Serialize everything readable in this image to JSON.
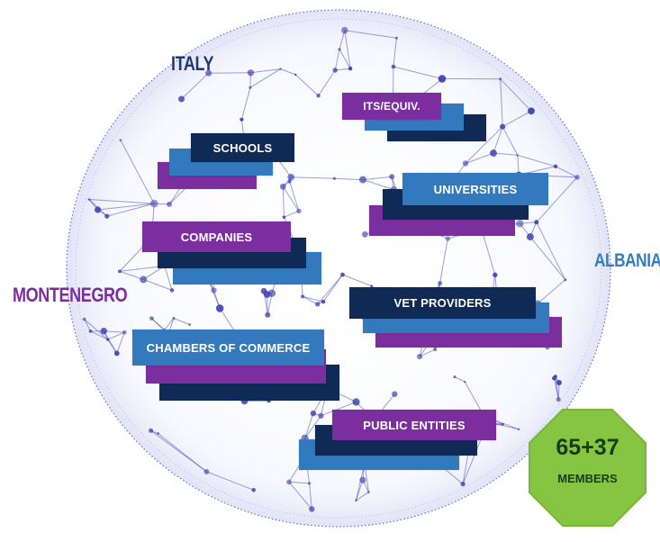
{
  "countries": {
    "italy": "ITALY",
    "albania": "ALBANIA",
    "montenegro": "MONTENEGRO"
  },
  "categories": {
    "its": "ITS/EQUIV.",
    "schools": "SCHOOLS",
    "universities": "UNIVERSITIES",
    "companies": "COMPANIES",
    "vet_providers": "VET PROVIDERS",
    "chambers_of_commerce": "CHAMBERS OF COMMERCE",
    "public_entities": "PUBLIC ENTITIES"
  },
  "members": {
    "count": "65+37",
    "label": "MEMBERS"
  },
  "colors": {
    "purple": "#7b2f9e",
    "navy": "#0f2b55",
    "blue": "#3379bd",
    "badge_green": "#86c542",
    "globe_line": "#4a4fb8",
    "country_italy": "#1f3b73",
    "country_albania": "#2f7ec0",
    "country_montenegro": "#7a2f9c"
  }
}
